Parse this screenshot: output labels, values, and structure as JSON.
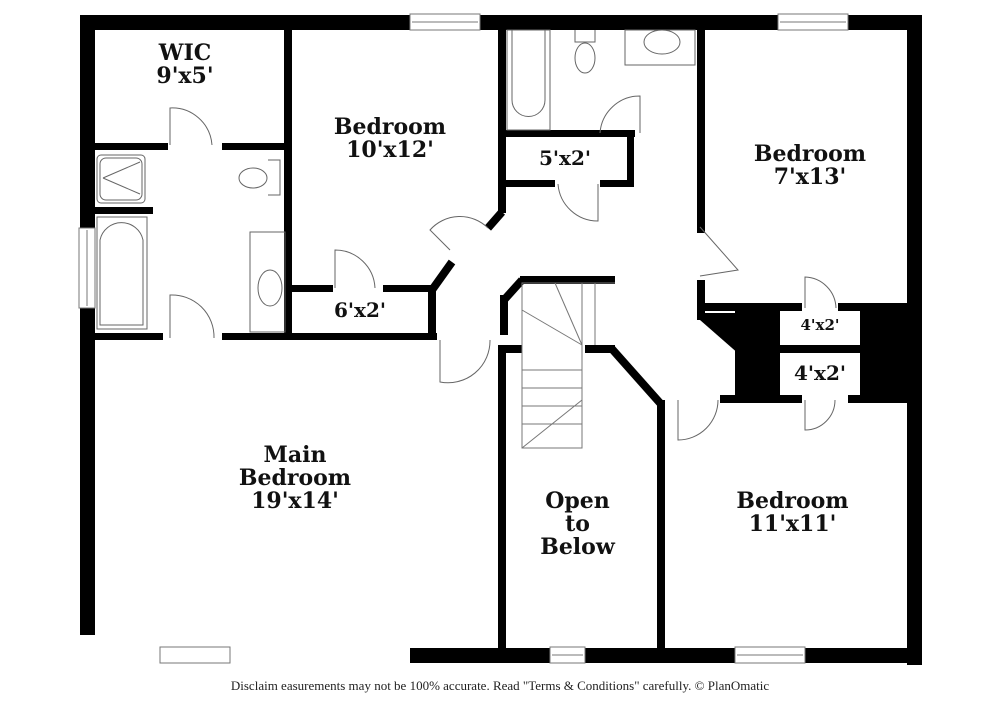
{
  "plan": {
    "type": "floor-plan",
    "rooms": [
      {
        "id": "wic",
        "name": "WIC",
        "dims": "9'x5'"
      },
      {
        "id": "bedroom-nw",
        "name": "Bedroom",
        "dims": "10'x12'"
      },
      {
        "id": "closet-6x2",
        "name": "",
        "dims": "6'x2'"
      },
      {
        "id": "closet-5x2",
        "name": "",
        "dims": "5'x2'"
      },
      {
        "id": "bedroom-ne",
        "name": "Bedroom",
        "dims": "7'x13'"
      },
      {
        "id": "closet-4x2-upper",
        "name": "",
        "dims": "4'x2'"
      },
      {
        "id": "closet-4x2-lower",
        "name": "",
        "dims": "4'x2'"
      },
      {
        "id": "main-bedroom",
        "name_line1": "Main",
        "name_line2": "Bedroom",
        "dims": "19'x14'"
      },
      {
        "id": "open-to-below",
        "name_line1": "Open",
        "name_line2": "to",
        "name_line3": "Below"
      },
      {
        "id": "bedroom-se",
        "name": "Bedroom",
        "dims": "11'x11'"
      }
    ],
    "colors": {
      "wall": "#000000",
      "fixture": "#555555",
      "background": "#ffffff"
    }
  },
  "footer": {
    "disclaimer": "Disclaim    easurements may not be 100% accurate. Read \"Terms & Conditions\" carefully. © PlanOmatic"
  }
}
